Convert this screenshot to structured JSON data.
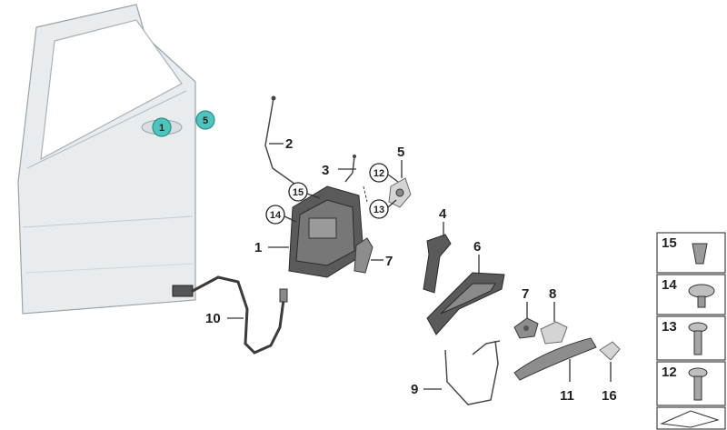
{
  "callouts": {
    "c1": "1",
    "c2": "2",
    "c3": "3",
    "c4": "4",
    "c5": "5",
    "c6": "6",
    "c7": "7",
    "c7b": "7",
    "c8": "8",
    "c9": "9",
    "c10": "10",
    "c11": "11",
    "c12": "12",
    "c13": "13",
    "c14": "14",
    "c15": "15",
    "c16": "16"
  },
  "door_badges": {
    "b1": "1",
    "b5": "5"
  },
  "side_panel": {
    "s15": "15",
    "s14": "14",
    "s13": "13",
    "s12": "12"
  },
  "colors": {
    "badge": "#4fc4bd",
    "door": "#e9ecee"
  }
}
